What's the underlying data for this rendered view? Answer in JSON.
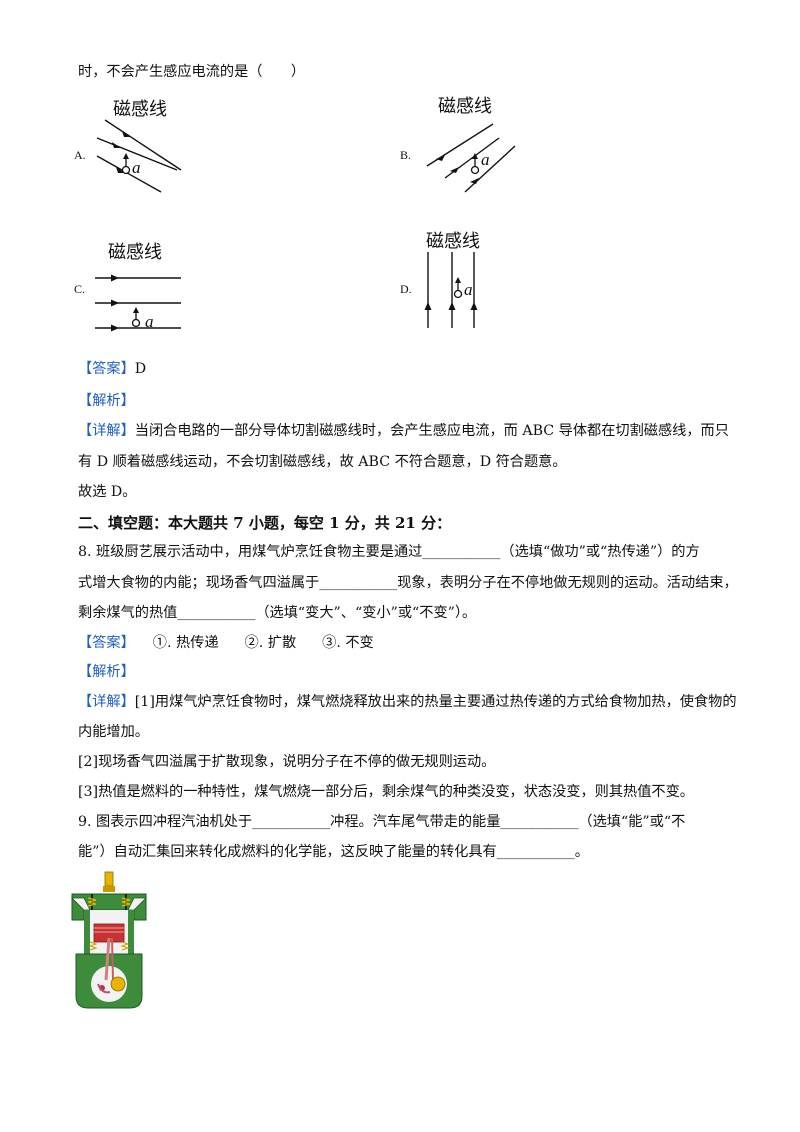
{
  "q7_tail": "时，不会产生感应电流的是（　　）",
  "fig_label": "磁感线",
  "options": [
    "A.",
    "B.",
    "C.",
    "D."
  ],
  "conductor_label": "a",
  "q7": {
    "answer_tag": "【答案】",
    "answer": "D",
    "analysis_tag": "【解析】",
    "detail_tag": "【详解】",
    "detail_line1": "当闭合电路的一部分导体切割磁感线时，会产生感应电流，而 ABC 导体都在切割磁感线，而只",
    "detail_line2": "有 D 顺着磁感线运动，不会切割磁感线，故 ABC 不符合题意，D 符合题意。",
    "conclusion": "故选 D。"
  },
  "section2_heading": "二、填空题：本大题共 7 小题，每空 1 分，共 21 分：",
  "q8": {
    "line1": "8. 班级厨艺展示活动中，用煤气炉烹饪食物主要是通过___________（选填“做功”或“热传递”）的方",
    "line2": "式增大食物的内能；现场香气四溢属于___________现象，表明分子在不停地做无规则的运动。活动结束，",
    "line3": "剩余煤气的热值___________（选填“变大”、“变小”或“不变”）。",
    "answer_tag": "【答案】",
    "answers": [
      "①. 热传递",
      "②. 扩散",
      "③. 不变"
    ],
    "analysis_tag": "【解析】",
    "detail_tag": "【详解】",
    "detail1_line1": "[1]用煤气炉烹饪食物时，煤气燃烧释放出来的热量主要通过热传递的方式给食物加热，使食物的",
    "detail1_line2": "内能增加。",
    "detail2": "[2]现场香气四溢属于扩散现象，说明分子在不停的做无规则运动。",
    "detail3": "[3]热值是燃料的一种特性，煤气燃烧一部分后，剩余煤气的种类没变，状态没变，则其热值不变。"
  },
  "q9": {
    "line1": "9. 图表示四冲程汽油机处于___________冲程。汽车尾气带走的能量___________（选填“能”或“不",
    "line2": "能”）自动汇集回来转化成燃料的化学能，这反映了能量的转化具有___________。"
  },
  "colors": {
    "tag_blue": "#1f5fbf",
    "engine_green": "#3c8c3c",
    "engine_red": "#c83232",
    "engine_yellow": "#e8b400"
  }
}
